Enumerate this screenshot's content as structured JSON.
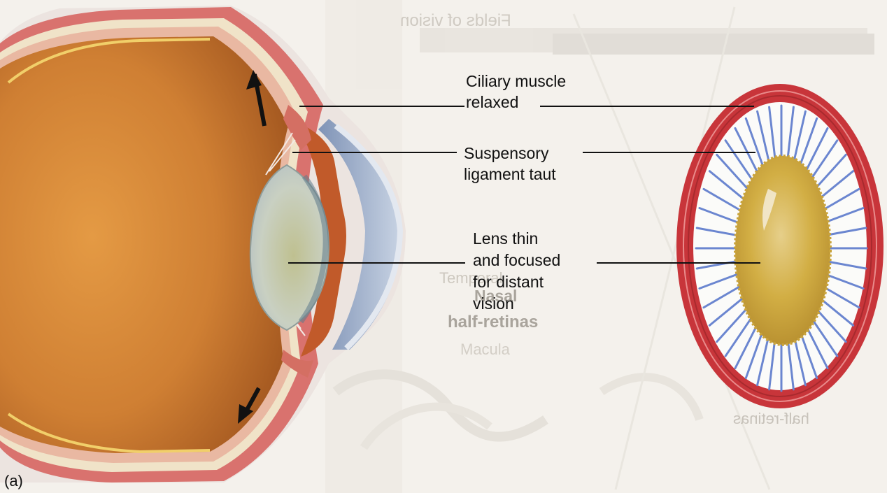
{
  "figure": {
    "panel_label": "(a)",
    "labels": {
      "ciliary_muscle": [
        "Ciliary muscle",
        "relaxed"
      ],
      "suspensory_ligament": [
        "Suspensory",
        "ligament taut"
      ],
      "lens": [
        "Lens thin",
        "and focused",
        "for distant",
        "vision"
      ]
    },
    "show_through_text": {
      "title": "Fields of vision",
      "temporal": "Temporal",
      "nasal": "Nasal",
      "half_retinas": "half-retinas",
      "macula": "Macula",
      "half_retinas_right": "half-retinas"
    }
  },
  "colors": {
    "background": "#f4f1ec",
    "eye_interior": "#c8792e",
    "sclera_layer": "#d36f6c",
    "lens": "#c7cfbd",
    "ciliary_ring": "#c8353a",
    "ligament_fibers": "#6b86d0",
    "lens_front_view": "#d6b24a"
  }
}
